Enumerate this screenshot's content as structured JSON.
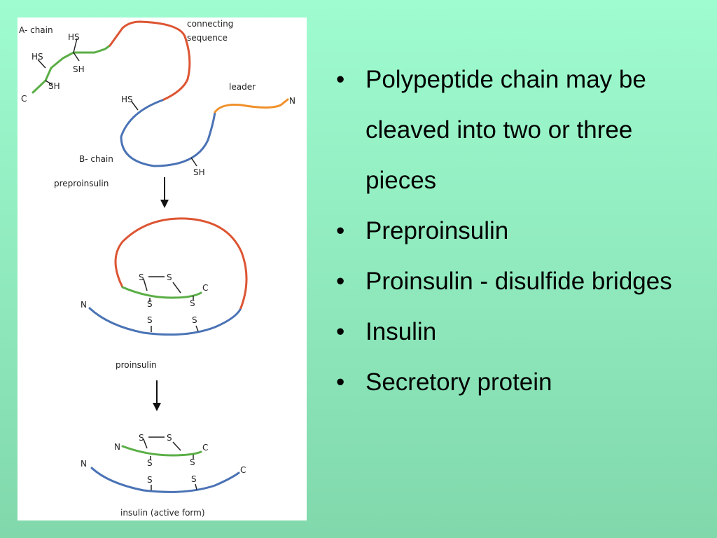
{
  "colors": {
    "a_chain": "#5aae45",
    "b_chain": "#4a73b5",
    "connecting": "#dd5533",
    "leader": "#f0902a"
  },
  "diagram": {
    "labels": {
      "a_chain": "A- chain",
      "connecting_1": "connecting",
      "connecting_2": "sequence",
      "leader": "leader",
      "b_chain": "B- chain",
      "preproinsulin": "preproinsulin",
      "proinsulin": "proinsulin",
      "insulin": "insulin (active form)",
      "hs": "HS",
      "sh": "SH",
      "s": "S",
      "n": "N",
      "c": "C"
    }
  },
  "bullets": [
    "Polypeptide chain may be cleaved into two or three pieces",
    "Preproinsulin",
    "Proinsulin - disulfide bridges",
    "Insulin",
    "Secretory protein"
  ]
}
